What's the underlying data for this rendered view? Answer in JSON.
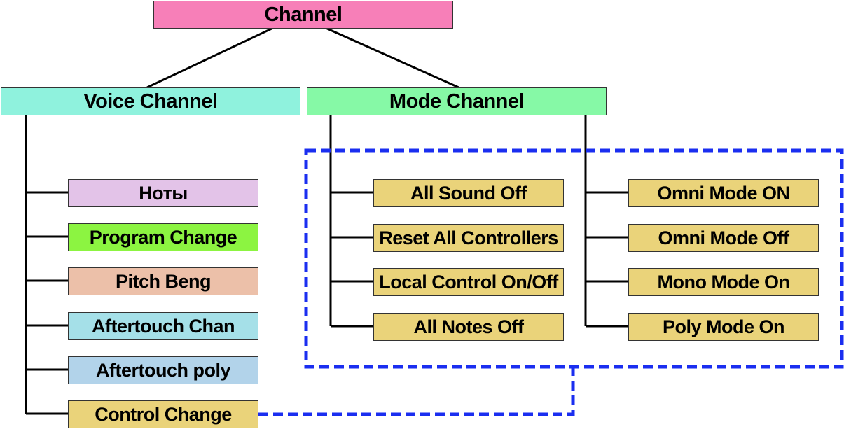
{
  "root": {
    "label": "Channel",
    "color": "#f77fb8"
  },
  "voice": {
    "label": "Voice Channel",
    "color": "#8ff2dd",
    "items": [
      {
        "label": "Ноты",
        "color": "#e3c3e8"
      },
      {
        "label": "Program Change",
        "color": "#8cf441"
      },
      {
        "label": "Pitch Beng",
        "color": "#ecc0a9"
      },
      {
        "label": "Aftertouch Chan",
        "color": "#a5e0e8"
      },
      {
        "label": "Aftertouch poly",
        "color": "#b2d3ea"
      },
      {
        "label": "Control Change",
        "color": "#ead37a"
      }
    ]
  },
  "mode": {
    "label": "Mode Channel",
    "color": "#86f9a6",
    "group_left": [
      {
        "label": "All Sound Off"
      },
      {
        "label": "Reset All Controllers"
      },
      {
        "label": "Local Control On/Off"
      },
      {
        "label": "All Notes Off"
      }
    ],
    "group_right": [
      {
        "label": "Omni Mode ON"
      },
      {
        "label": "Omni Mode Off"
      },
      {
        "label": "Mono Mode On"
      },
      {
        "label": "Poly Mode On"
      }
    ],
    "item_color": "#ead37a"
  },
  "dashed_color": "#1a2ef0"
}
